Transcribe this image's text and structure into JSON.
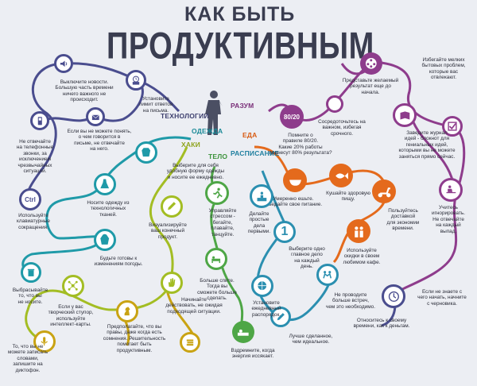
{
  "title": {
    "line1": "КАК БЫТЬ",
    "line2": "ПРОДУКТИВНЫМ"
  },
  "categories": {
    "tech": "ТЕХНОЛОГИИ",
    "mind": "РАЗУМ",
    "clothes": "ОДЕЖДА",
    "food": "ЕДА",
    "hacks": "ХАКИ",
    "body": "ТЕЛО",
    "schedule": "РАСПИСАНИЕ"
  },
  "colors": {
    "tech": "#4a4d8e",
    "mind": "#8e3c8c",
    "clothes": "#1f9aa8",
    "food": "#e46a1c",
    "hacks": "#a3bd23",
    "body": "#4ea646",
    "schedule": "#2b8fb0",
    "wisdom": "#c9a313"
  },
  "tips": {
    "news": "Выключите новости.\nБольшую часть времени\nничего важного не\nпроисходит.",
    "email_limit": "Установите\nлимит ответов\nна письма.",
    "email_short": "Если вы не можете понять,\nо чем говорится в\nписьме, не отвечайте\nна него.",
    "phone": "Не отвечайте\nна телефонные\nзвонки, за\nисключением\nчрезвычайных\nситуаций.",
    "shortcuts": "Используйте\nклавиатурные\nсокращения.",
    "pareto": "Помните о\nправиле 80/20.\nКакие 20% работы\nпринесут 80% результата?",
    "focus": "Сосредоточьтесь на\nважном, избегая\nсрочного.",
    "visualize_goal": "Представьте желаемый\nрезультат еще до\nначала.",
    "avoid_small": "Избегайте мелких\nбытовых проблем,\nкоторые вас\nотвлекают.",
    "journal": "Заведите журнал\nидей - блокнот для\nгениальных идей,\nкоторыми вы не можете\nзаняться прямо сейчас.",
    "ignore": "Учитесь\nигнорировать.\nНе отвечайте\nна каждый\nвыпад.",
    "start": "Если не знаете с\nчего начать, начните\nс черновика.",
    "time_money": "Относитесь к своему\nвремени, как к деньгам.",
    "clothes_choose": "Выберите для себя\nудобную форму одежды\nи носите ее ежедневно.",
    "clothes_tech": "Носите одежду из\nтехнологичных\nтканей.",
    "clothes_weather": "Будьте готовы к\nизменениям погоды.",
    "trash": "Выбрасывайте\nто, что вы\nне носите.",
    "moderate_food": "Умеренно ешьте.\nСъедайте свое питание.",
    "healthy_food": "Кушайте здоровую\nпищу.",
    "delivery": "Пользуйтесь\nдоставкой\nдля экономии\nвремени.",
    "discounts": "Используйте\nскидки в своем\nлюбимом кафе.",
    "stress": "Управляйте\nстрессом -\nбегайте,\nплавайте,\nтанцуйте.",
    "sleep": "Больше спите.\nТогда вы\nсможете больше\nсделать.",
    "nap": "Вздремните, когда\nэнергия иссякает.",
    "simple_first": "Делайте\nпростые\nдела\nпервыми.",
    "one_thing": "Выберите одно\nглавное дело\nна каждый\nдень.",
    "schedule_daily": "Установите\nежедневный\nраспорядок.",
    "meetings": "Не проводите\nбольше встреч,\nчем это необходимо.",
    "done_better": "Лучше сделанное,\nчем идеальное.",
    "visualize_product": "Визуализируйте\nваш конечный\nпродукт.",
    "act": "Начинайте\nдействовать, не ожидая\nподходящей ситуации.",
    "mindmap": "Если у вас\nтворческий ступор,\nиспользуйте\nинтеллект-карты.",
    "assume_right": "Предполагайте, что вы\nправы, даже когда есть\nсомнения. Решительность\nпомогает быть\nпродуктивным.",
    "dictaphone": "То, что вы не\nможете записать\nсловами,\nзапишите на\nдиктофон."
  },
  "icons": {
    "speaker": "speaker-icon",
    "mail_clock": "mail-clock-icon",
    "mail_back": "mail-reply-icon",
    "phone": "phone-icon",
    "ctrl": "Ctrl",
    "pareto": "80/20",
    "target": "target-icon",
    "film": "film-reel-icon",
    "book": "book-icon",
    "check": "checkbox-icon",
    "person_desk": "person-desk-icon",
    "clock": "clock-icon",
    "jacket": "jacket-icon",
    "dress": "dress-icon",
    "hoodie": "hoodie-icon",
    "trash": "trash-icon",
    "bowl": "bowl-icon",
    "fish": "fish-icon",
    "scooter": "scooter-icon",
    "couple": "couple-icon",
    "runner": "runner-icon",
    "bed": "bed-icon",
    "sleeper": "nap-icon",
    "podium": "podium-icon",
    "one": "1",
    "ball": "ball-icon",
    "meeting": "meeting-icon",
    "pencil": "pencil-icon",
    "hand": "hand-icon",
    "chess": "chess-knight-icon",
    "mindmap": "mindmap-icon",
    "mic": "microphone-icon",
    "thinker": "thinker-icon"
  }
}
